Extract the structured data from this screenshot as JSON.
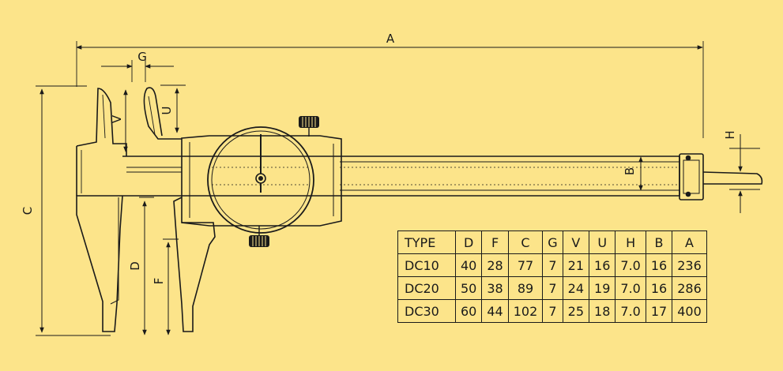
{
  "dimensions": {
    "A": "A",
    "G": "G",
    "V": "V",
    "U": "U",
    "H": "H",
    "B": "B",
    "C": "C",
    "D": "D",
    "F": "F"
  },
  "table": {
    "headers": [
      "TYPE",
      "D",
      "F",
      "C",
      "G",
      "V",
      "U",
      "H",
      "B",
      "A"
    ],
    "rows": [
      [
        "DC10",
        "40",
        "28",
        "77",
        "7",
        "21",
        "16",
        "7.0",
        "16",
        "236"
      ],
      [
        "DC20",
        "50",
        "38",
        "89",
        "7",
        "24",
        "19",
        "7.0",
        "16",
        "286"
      ],
      [
        "DC30",
        "60",
        "44",
        "102",
        "7",
        "25",
        "18",
        "7.0",
        "17",
        "400"
      ]
    ]
  },
  "colors": {
    "background": "#FCE48A",
    "ink": "#1a1a1a"
  }
}
